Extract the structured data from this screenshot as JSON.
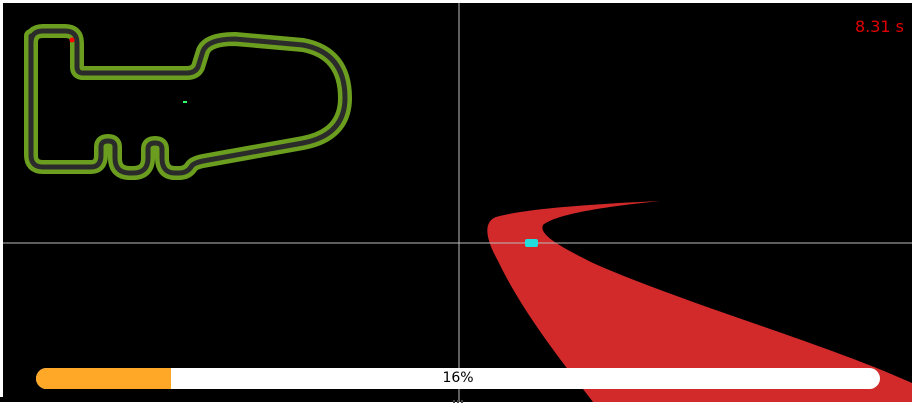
{
  "hud": {
    "timer_text": "8.31 s"
  },
  "progress": {
    "value_percent": 16,
    "label": "16%",
    "fill_color": "#ffa726",
    "track_color": "#ffffff"
  },
  "minimap": {
    "track_outer_color": "#6b9e1f",
    "track_inner_color": "#2b2b2b",
    "player_marker_color": "#ff0000",
    "opponent_marker_color": "#33ff66"
  },
  "view": {
    "background_color": "#000000",
    "road_color": "#d22a2a",
    "crosshair_color": "#bbbbbb",
    "car_color": "#22dddd"
  }
}
